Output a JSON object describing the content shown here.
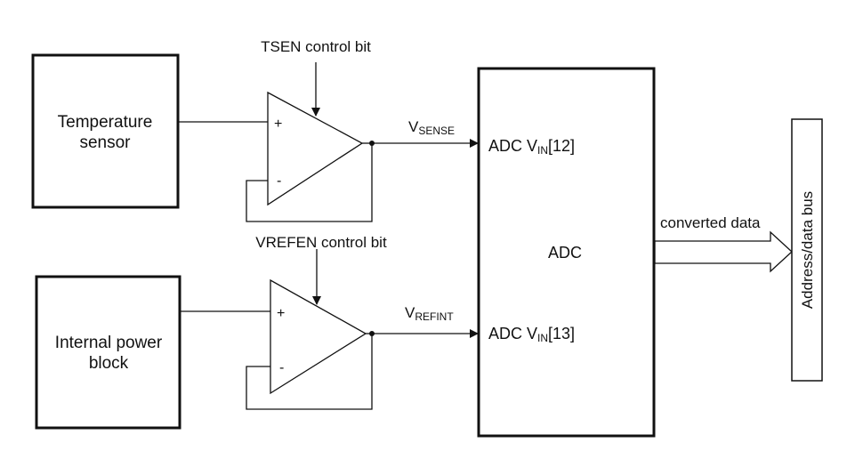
{
  "diagram": {
    "blocks": {
      "temperature_sensor": {
        "line1": "Temperature",
        "line2": "sensor"
      },
      "internal_power": {
        "line1": "Internal power",
        "line2": "block"
      },
      "adc": {
        "label": "ADC"
      },
      "bus": {
        "label": "Address/data bus"
      }
    },
    "opamps": {
      "tsen": {
        "control_label": "TSEN control bit",
        "plus": "+",
        "minus": "-"
      },
      "vrefen": {
        "control_label": "VREFEN control bit",
        "plus": "+",
        "minus": "-"
      }
    },
    "signals": {
      "vsense": {
        "main": "V",
        "sub": "SENSE"
      },
      "vrefint": {
        "main": "V",
        "sub": "REFINT"
      }
    },
    "adc_inputs": {
      "in12": {
        "prefix": "ADC V",
        "sub": "IN",
        "suffix": "[12]"
      },
      "in13": {
        "prefix": "ADC V",
        "sub": "IN",
        "suffix": "[13]"
      }
    },
    "output": {
      "label": "converted data"
    },
    "colors": {
      "stroke": "#111111",
      "background": "#ffffff"
    }
  }
}
